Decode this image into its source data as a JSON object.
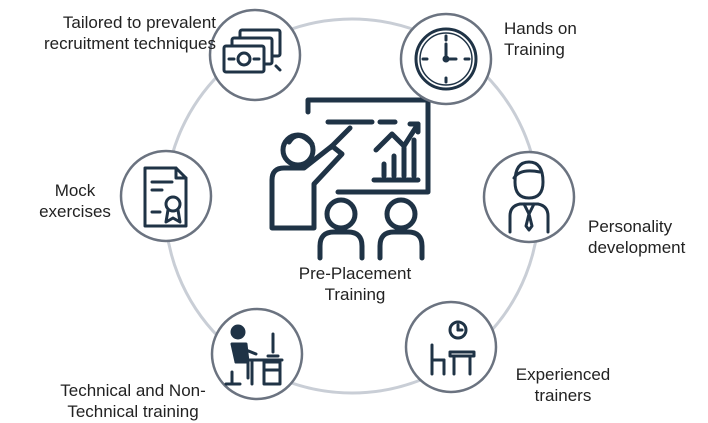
{
  "center": {
    "line1": "Pre-Placement",
    "line2": "Training",
    "icon": "trainer-presentation-icon"
  },
  "nodes": [
    {
      "id": "recruitment",
      "icon": "money-bills-icon",
      "lines": [
        "Tailored to prevalent",
        "recruitment techniques"
      ]
    },
    {
      "id": "hands-on",
      "icon": "clock-icon",
      "lines": [
        "Hands on",
        "Training"
      ]
    },
    {
      "id": "personality",
      "icon": "businessman-icon",
      "lines": [
        "Personality",
        "development"
      ]
    },
    {
      "id": "experienced",
      "icon": "classroom-desk-icon",
      "lines": [
        "Experienced",
        "trainers"
      ]
    },
    {
      "id": "technical",
      "icon": "person-at-computer-icon",
      "lines": [
        "Technical and Non-",
        "Technical training"
      ]
    },
    {
      "id": "mock",
      "icon": "certificate-document-icon",
      "lines": [
        "Mock",
        "exercises"
      ]
    }
  ],
  "colors": {
    "ring": "#c9ced6",
    "node_border": "#6b7380",
    "icon_dark": "#1f3346",
    "text": "#222222",
    "background": "#ffffff"
  }
}
